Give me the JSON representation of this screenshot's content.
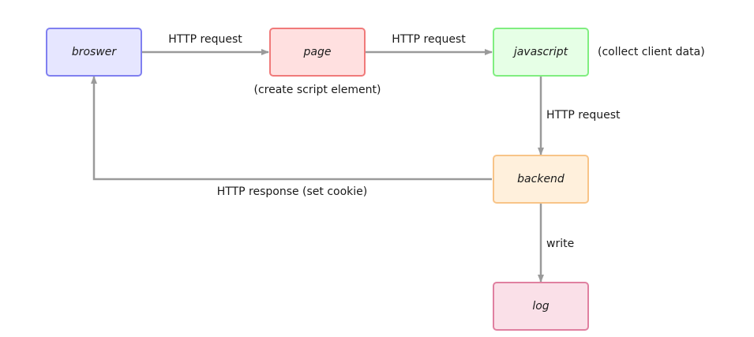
{
  "nodes": {
    "browser": {
      "label": "broswer",
      "fill": "#e6e6ff",
      "border": "#8080f0"
    },
    "page": {
      "label": "page",
      "fill": "#ffe0e0",
      "border": "#f07a7a"
    },
    "javascript": {
      "label": "javascript",
      "fill": "#e6ffe6",
      "border": "#80ee80"
    },
    "backend": {
      "label": "backend",
      "fill": "#fff0dc",
      "border": "#f8c488"
    },
    "log": {
      "label": "log",
      "fill": "#fae0e8",
      "border": "#e080a0"
    }
  },
  "edges": {
    "browser_to_page": "HTTP request",
    "page_to_javascript": "HTTP request",
    "javascript_to_backend": "HTTP request",
    "backend_to_browser": "HTTP response (set cookie)",
    "backend_to_log": "write"
  },
  "annotations": {
    "page_note": "(create script element)",
    "javascript_note": "(collect client data)"
  },
  "colors": {
    "edge": "#9a9a9a",
    "text": "#1a1a1a"
  }
}
